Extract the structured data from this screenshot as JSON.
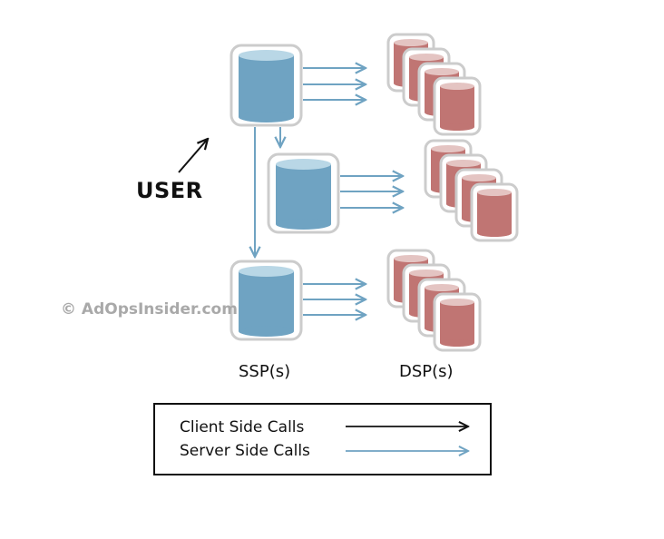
{
  "diagram": {
    "user_label": "USER",
    "watermark": "© AdOpsInsider.com",
    "ssp_label": "SSP(s)",
    "dsp_label": "DSP(s)",
    "legend": {
      "client_side": "Client Side Calls",
      "server_side": "Server Side Calls"
    }
  },
  "colors": {
    "ssp_fill": "#6fa3c2",
    "ssp_top": "#b9d7e6",
    "dsp_fill": "#c07573",
    "dsp_top": "#e4c4c2",
    "outline": "#cccccc",
    "server_arrow": "#6fa3c2",
    "client_arrow": "#111111"
  },
  "icons": {
    "ssp": "database-cylinder-icon",
    "dsp": "database-cylinder-icon",
    "user_arrow": "arrow-up-right-icon"
  }
}
